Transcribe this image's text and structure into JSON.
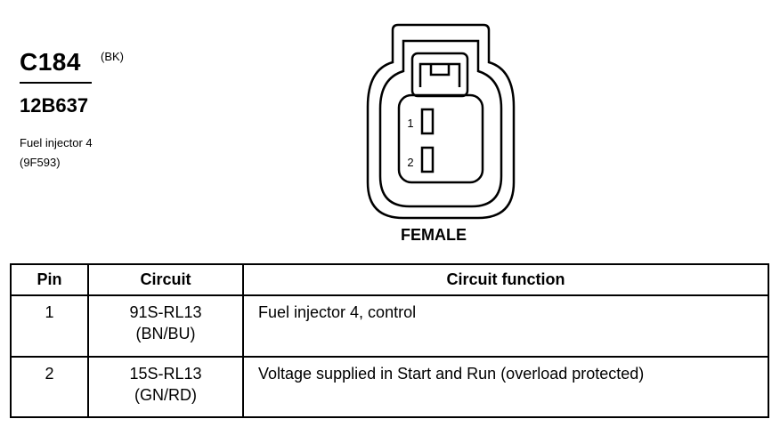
{
  "connector": {
    "id": "C184",
    "color_code": "(BK)",
    "part_number": "12B637",
    "description": "Fuel injector 4",
    "component_code": "(9F593)",
    "gender": "FEMALE",
    "pin_labels": [
      "1",
      "2"
    ]
  },
  "table": {
    "headers": [
      "Pin",
      "Circuit",
      "Circuit function"
    ],
    "rows": [
      {
        "pin": "1",
        "circuit": "91S-RL13",
        "wire_color": "(BN/BU)",
        "function": "Fuel injector 4, control"
      },
      {
        "pin": "2",
        "circuit": "15S-RL13",
        "wire_color": "(GN/RD)",
        "function": "Voltage supplied in Start and Run (overload protected)"
      }
    ]
  }
}
